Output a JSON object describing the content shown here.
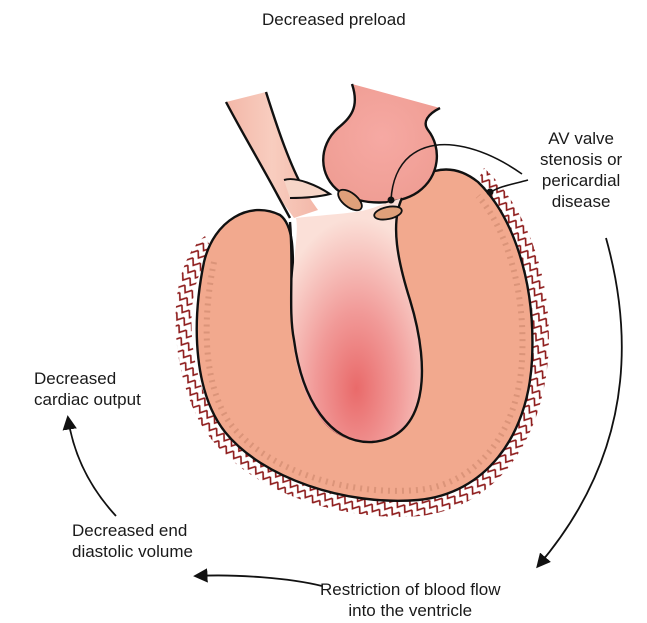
{
  "title": "Decreased preload",
  "labels": {
    "av_valve": [
      "AV valve",
      "stenosis or",
      "pericardial",
      "disease"
    ],
    "restriction": [
      "Restriction of blood flow",
      "into the ventricle"
    ],
    "end_diastolic": [
      "Decreased end",
      "diastolic volume"
    ],
    "cardiac_output": [
      "Decreased",
      "cardiac output"
    ]
  },
  "colors": {
    "myocardium": "#f2a98e",
    "chamber_outer": "#fadcd3",
    "chamber_inner": "#ea7373",
    "pericardium_pattern": "#8e1c1c",
    "valve": "#e0a07a",
    "outline": "#111111"
  }
}
